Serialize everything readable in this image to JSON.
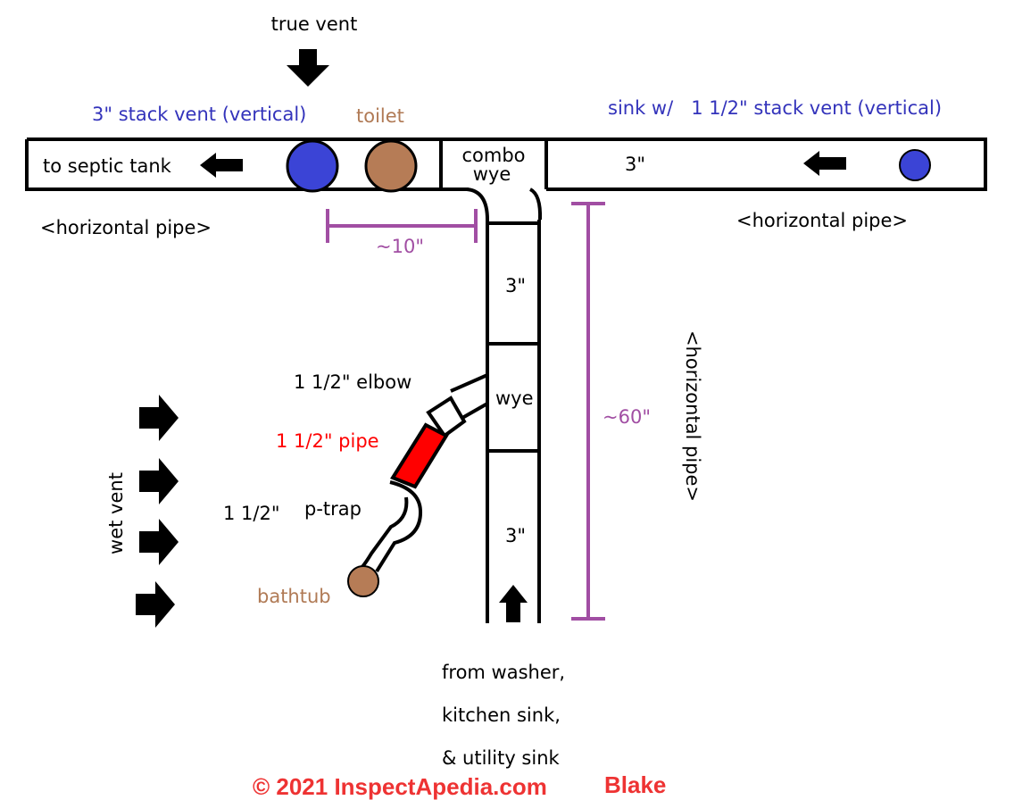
{
  "labels": {
    "true_vent": "true vent",
    "stack_vent_3": "3\" stack vent (vertical)",
    "toilet": "toilet",
    "sink_stack_vent": "sink w/   1 1/2\" stack vent (vertical)",
    "to_septic": "to septic tank",
    "combo_wye_line1": "combo",
    "combo_wye_line2": "wye",
    "main_size": "3\"",
    "horizontal_pipe_left": "<horizontal pipe>",
    "horizontal_pipe_right": "<horizontal pipe>",
    "dim_10": "~10\"",
    "vertical_upper_size": "3\"",
    "elbow": "1 1/2\" elbow",
    "wye": "wye",
    "pipe_15": "1 1/2\" pipe",
    "ptrap_size": "1 1/2\"",
    "ptrap": "p-trap",
    "bathtub": "bathtub",
    "wet_vent": "wet vent",
    "vertical_lower_size": "3\"",
    "dim_60": "~60\"",
    "horizontal_pipe_vertical": "<horizontal pipe>",
    "from_line1": "from washer,",
    "from_line2": "kitchen sink,",
    "from_line3": "& utility sink",
    "copyright": "© 2021 InspectApedia.com",
    "author": "Blake"
  },
  "colors": {
    "vent_blue": "#3b44d6",
    "fixture_brown": "#b67c56",
    "highlight_red": "#ff0000",
    "dimension_purple": "#a14ea3",
    "label_blue": "#3333bb",
    "copyright_red": "#ee3333"
  },
  "icons": {
    "arrow": "arrow-icon"
  }
}
